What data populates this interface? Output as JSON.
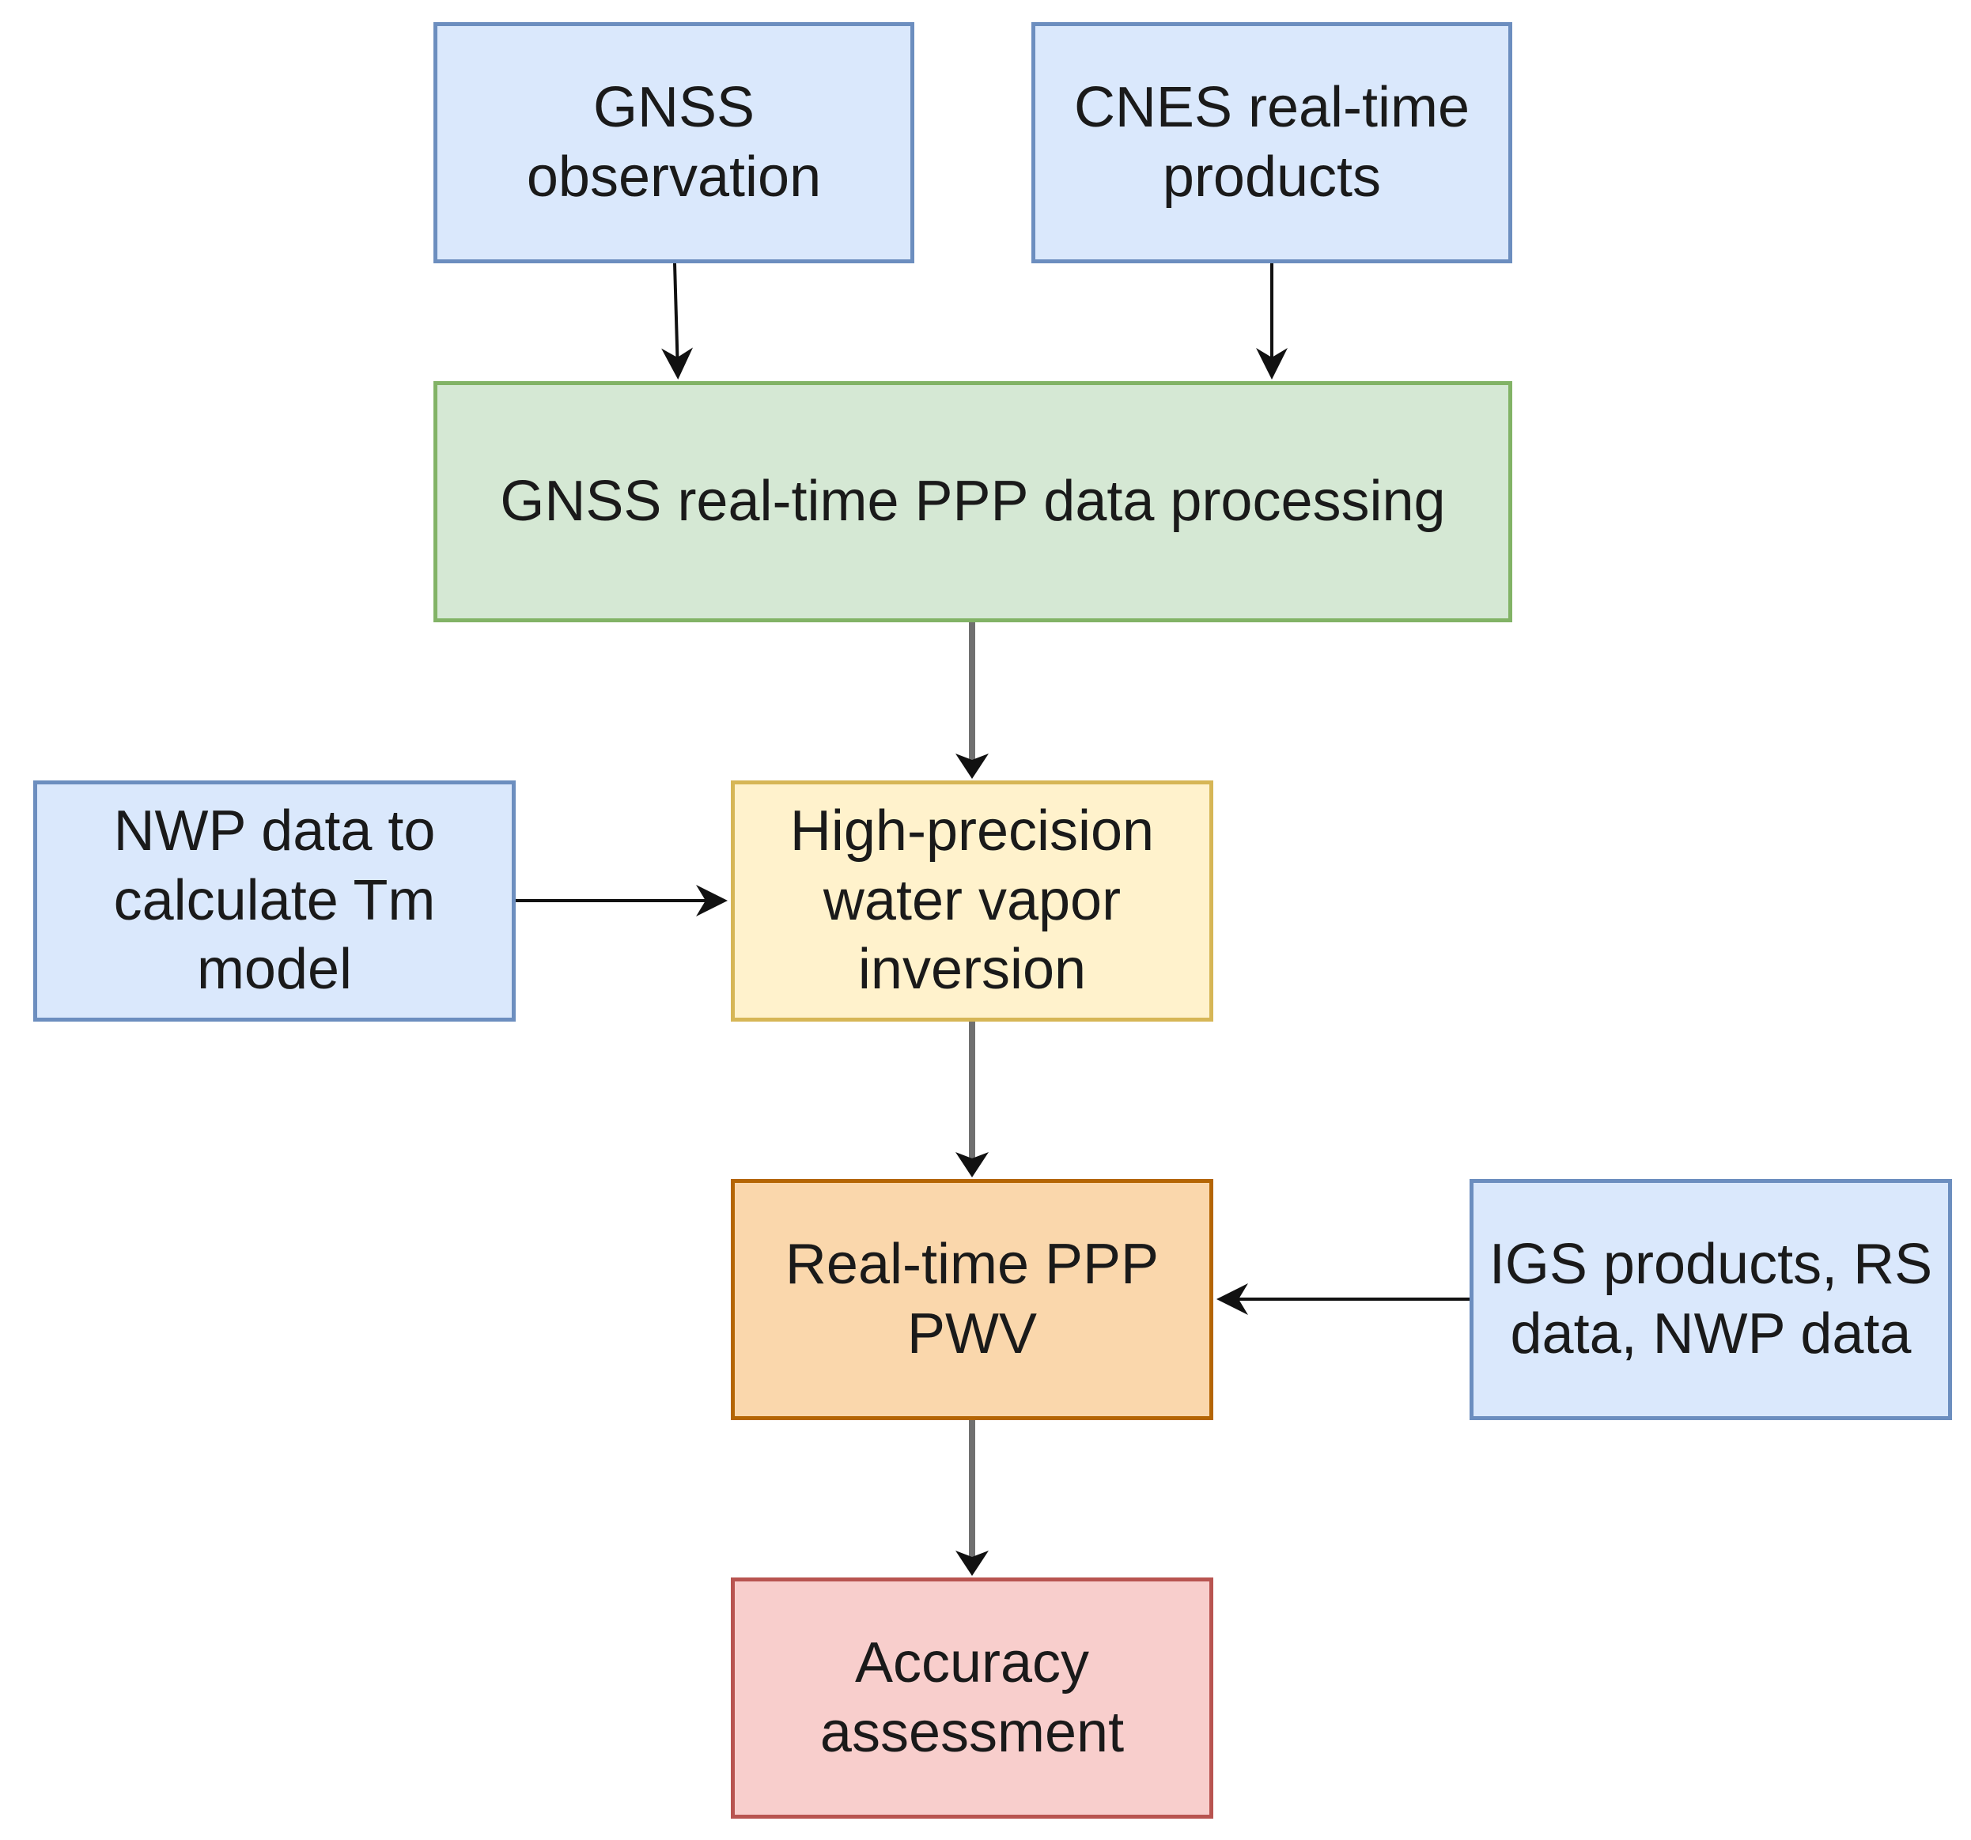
{
  "diagram": {
    "nodes": {
      "gnss_observation": "GNSS observation",
      "cnes_products": "CNES real-time\nproducts",
      "ppp_processing": "GNSS real-time PPP data processing",
      "nwp_tm_model": "NWP data to\ncalculate Tm\nmodel",
      "high_precision_inversion": "High-precision\nwater vapor\ninversion",
      "realtime_ppp_pwv": "Real-time PPP\nPWV",
      "igs_rs_nwp": "IGS products, RS\ndata, NWP data",
      "accuracy_assessment": "Accuracy\nassessment"
    },
    "colors": {
      "blue_fill": "#dae8fc",
      "blue_stroke": "#6c8ebf",
      "green_fill": "#d5e8d4",
      "green_stroke": "#82b366",
      "yellow_fill": "#fff2cc",
      "yellow_stroke": "#d6b656",
      "orange_fill": "#fad7ac",
      "orange_stroke": "#b46504",
      "red_fill": "#f8cecc",
      "red_stroke": "#b85450",
      "edge_dark": "#111111",
      "edge_gray": "#707070"
    },
    "edges": [
      {
        "from": "gnss_observation",
        "to": "ppp_processing"
      },
      {
        "from": "cnes_products",
        "to": "ppp_processing"
      },
      {
        "from": "ppp_processing",
        "to": "high_precision_inversion"
      },
      {
        "from": "nwp_tm_model",
        "to": "high_precision_inversion"
      },
      {
        "from": "high_precision_inversion",
        "to": "realtime_ppp_pwv"
      },
      {
        "from": "igs_rs_nwp",
        "to": "realtime_ppp_pwv"
      },
      {
        "from": "realtime_ppp_pwv",
        "to": "accuracy_assessment"
      }
    ]
  }
}
